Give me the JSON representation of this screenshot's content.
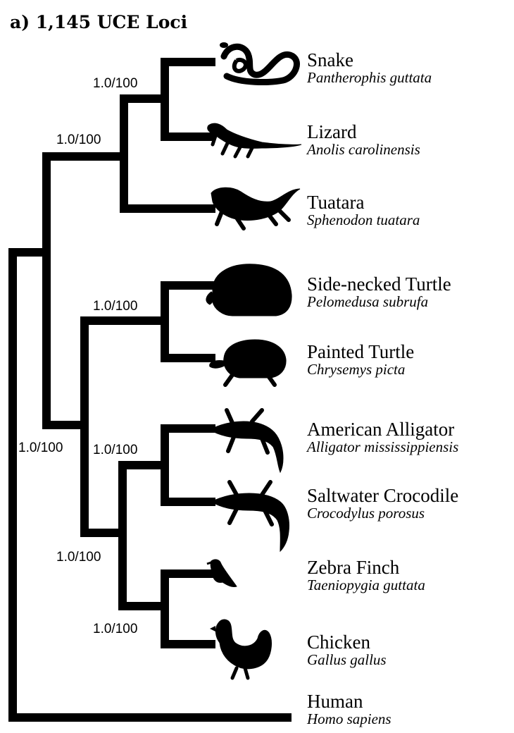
{
  "figure": {
    "panel_title": "a) 1,145 UCE Loci"
  },
  "taxa": [
    {
      "id": "snake",
      "common_name": "Snake",
      "scientific_name": "Pantherophis guttata",
      "icon": "snake-icon"
    },
    {
      "id": "lizard",
      "common_name": "Lizard",
      "scientific_name": "Anolis carolinensis",
      "icon": "lizard-icon"
    },
    {
      "id": "tuatara",
      "common_name": "Tuatara",
      "scientific_name": "Sphenodon tuatara",
      "icon": "tuatara-icon"
    },
    {
      "id": "side-necked-turtle",
      "common_name": "Side-necked Turtle",
      "scientific_name": "Pelomedusa subrufa",
      "icon": "side-necked-turtle-icon"
    },
    {
      "id": "painted-turtle",
      "common_name": "Painted Turtle",
      "scientific_name": "Chrysemys picta",
      "icon": "painted-turtle-icon"
    },
    {
      "id": "american-alligator",
      "common_name": "American Alligator",
      "scientific_name": "Alligator mississippiensis",
      "icon": "alligator-icon"
    },
    {
      "id": "saltwater-crocodile",
      "common_name": "Saltwater Crocodile",
      "scientific_name": "Crocodylus porosus",
      "icon": "crocodile-icon"
    },
    {
      "id": "zebra-finch",
      "common_name": "Zebra Finch",
      "scientific_name": "Taeniopygia guttata",
      "icon": "finch-icon"
    },
    {
      "id": "chicken",
      "common_name": "Chicken",
      "scientific_name": "Gallus gallus",
      "icon": "chicken-icon"
    },
    {
      "id": "human",
      "common_name": "Human",
      "scientific_name": "Homo sapiens",
      "icon": ""
    }
  ],
  "support_values": [
    {
      "clade": "snake+lizard",
      "label": "1.0/100"
    },
    {
      "clade": "squamata+tuatara",
      "label": "1.0/100"
    },
    {
      "clade": "turtles",
      "label": "1.0/100"
    },
    {
      "clade": "archosaurs+turtles",
      "label": "1.0/100"
    },
    {
      "clade": "crocodilians",
      "label": "1.0/100"
    },
    {
      "clade": "archosaurs",
      "label": "1.0/100"
    },
    {
      "clade": "birds",
      "label": "1.0/100"
    }
  ],
  "colors": {
    "ink": "#000000",
    "background": "#ffffff"
  }
}
